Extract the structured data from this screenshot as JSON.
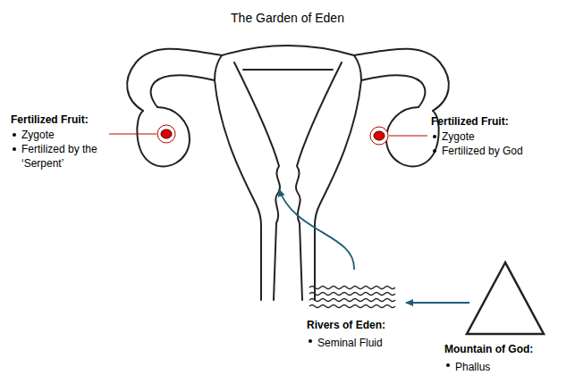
{
  "diagram": {
    "title": "The Garden of Eden",
    "nodes": [
      {
        "text": [
          "Rivers of Eden:",
          "Seminal Fluid"
        ]
      },
      {
        "text": [
          "Mountain of God:",
          "Phallus"
        ]
      }
    ],
    "edges": [
      {
        "from": 1,
        "to": 0,
        "arrow": "to"
      }
    ],
    "labels": [
      "Fertilized Fruit:",
      "Zygote",
      "Fertilized by the ‘Serpent’",
      "Fertilized Fruit:",
      "Zygote",
      "Fertilized by God"
    ]
  }
}
